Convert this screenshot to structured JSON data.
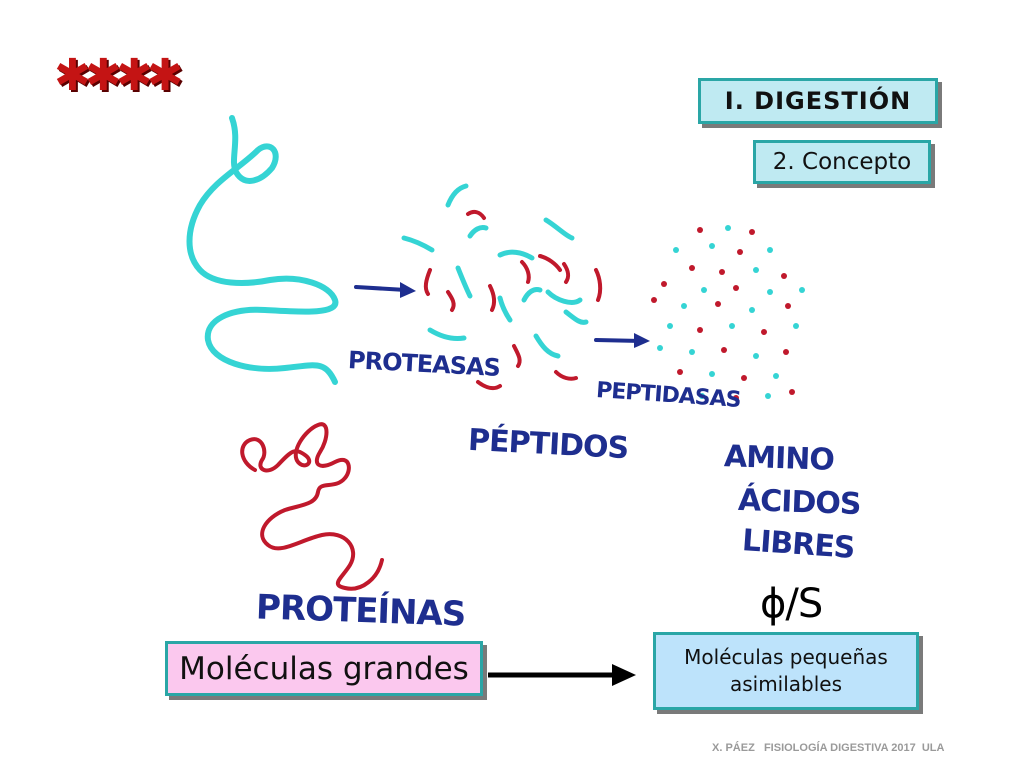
{
  "stars": "✱✱✱✱",
  "section_title": "I.  DIGESTIÓN",
  "section_subtitle": "2. Concepto",
  "labels": {
    "proteasas": "PROTEASAS",
    "peptidasas": "PEPTIDASAS",
    "peptidos": "PÉPTIDOS",
    "aminoacidos_line1": "AMINO",
    "aminoacidos_line2": "ÁCIDOS",
    "aminoacidos_line3": "LIBRES",
    "proteinas": "PROTEÍNAS",
    "scribble": "ɸ/S"
  },
  "big_molecules": "Moléculas grandes",
  "small_molecules_line1": "Moléculas pequeñas",
  "small_molecules_line2": "asimilables",
  "footer": "X. PÁEZ   FISIOLOGÍA DIGESTIVA 2017  ULA",
  "colors": {
    "cyan": "#35d4d4",
    "red": "#c0192c",
    "blue": "#1e2e8f",
    "black": "#000000"
  }
}
